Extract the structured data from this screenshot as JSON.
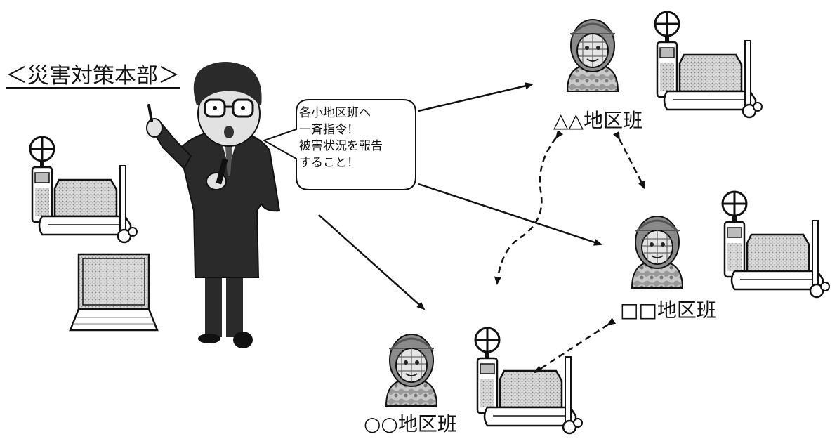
{
  "hq": {
    "title": "＜災害対策本部＞"
  },
  "speech": {
    "lines": [
      "各小地区班へ",
      "一斉指令！",
      "被害状況を報告",
      "すること！"
    ]
  },
  "teams": {
    "triangle": "△△地区班",
    "square": "□□地区班",
    "circle": "○○地区班"
  },
  "colors": {
    "ink": "#111111",
    "camo": "#bcbcbc",
    "suit": "#2a2a2a",
    "skin": "#e2e2e2",
    "screen": "#d4d4d4"
  }
}
